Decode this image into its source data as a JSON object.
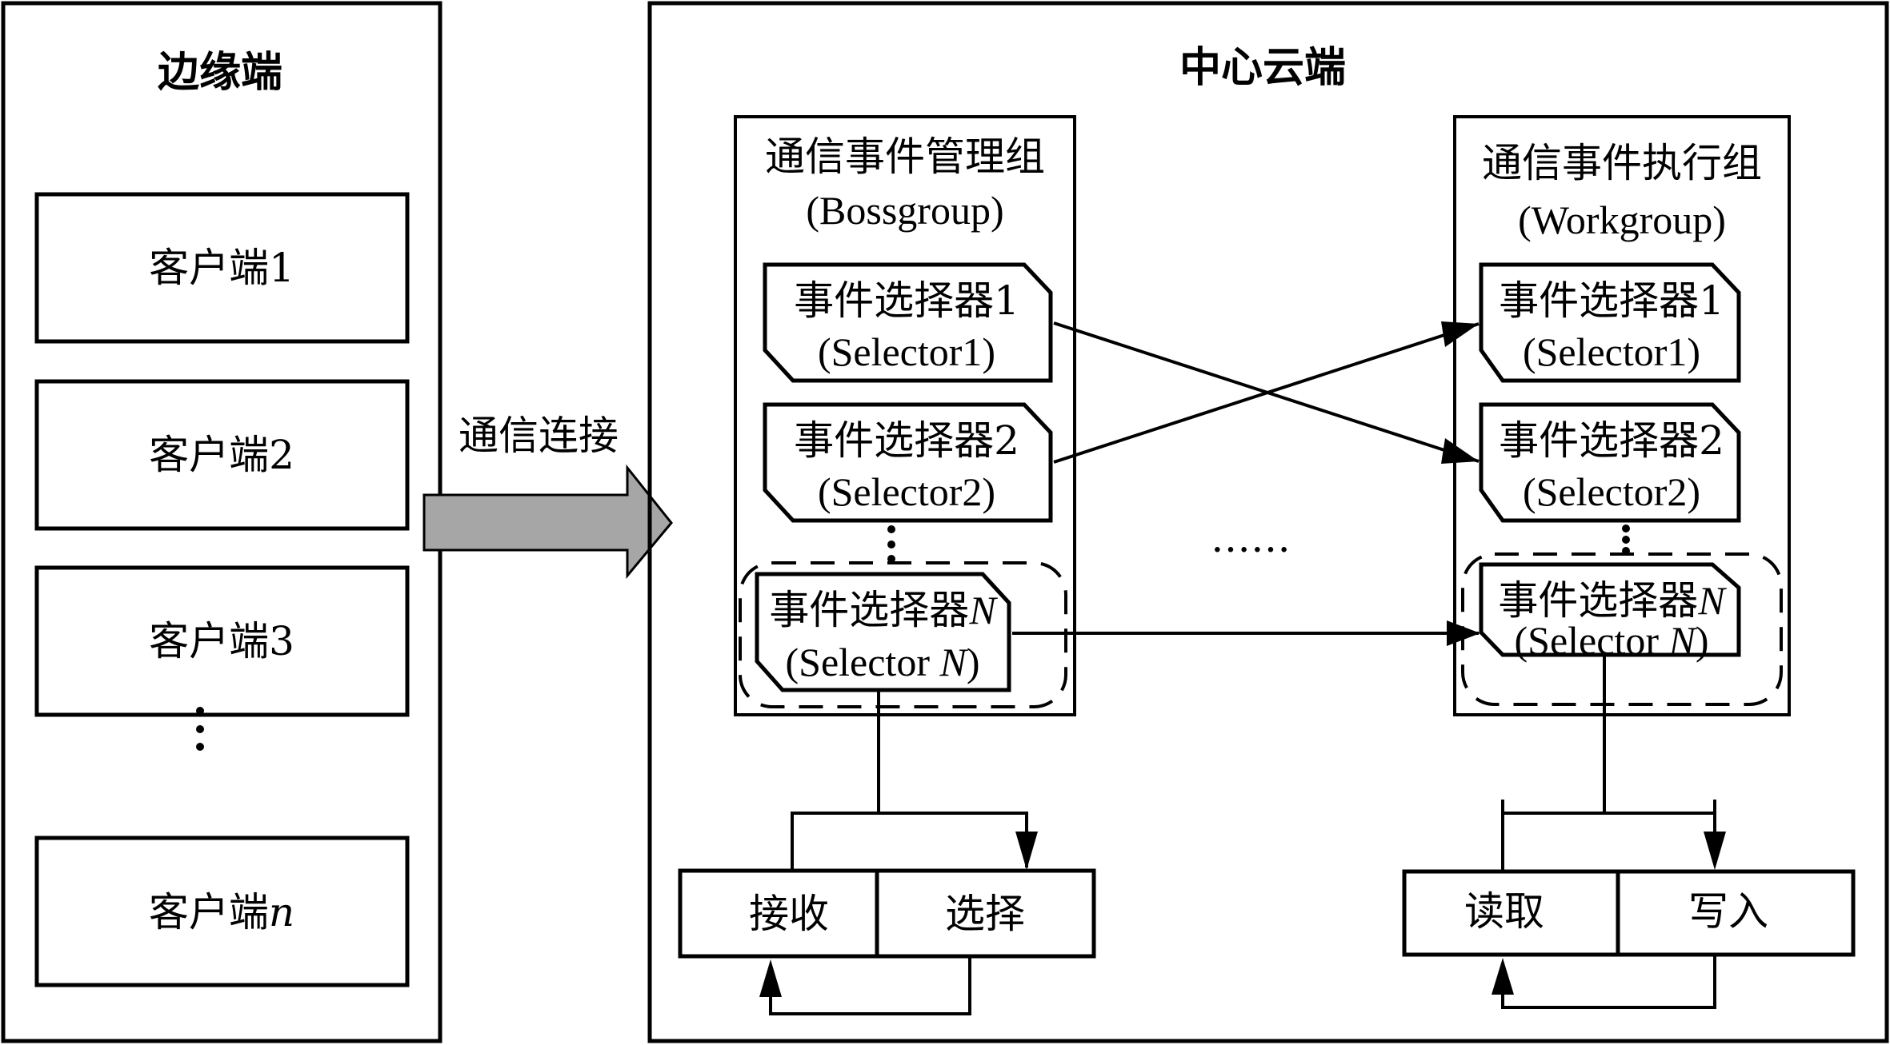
{
  "edge": {
    "title": "边缘端",
    "clients": [
      {
        "label": "客户端",
        "suffix": "1",
        "suffix_italic": false
      },
      {
        "label": "客户端",
        "suffix": "2",
        "suffix_italic": false
      },
      {
        "label": "客户端",
        "suffix": "3",
        "suffix_italic": false
      },
      {
        "label": "客户端",
        "suffix": "n",
        "suffix_italic": true
      }
    ]
  },
  "connection": {
    "label": "通信连接",
    "arrow_color": "#a6a6a6"
  },
  "cloud": {
    "title": "中心云端",
    "boss_group": {
      "title": "通信事件管理组",
      "subtitle": "(Bossgroup)",
      "selectors": [
        {
          "label": "事件选择器",
          "num": "1",
          "sub_prefix": "(Selector",
          "sub_num": "1",
          "italic": false
        },
        {
          "label": "事件选择器",
          "num": "2",
          "sub_prefix": "(Selector",
          "sub_num": "2",
          "italic": false
        },
        {
          "label": "事件选择器",
          "num": "N",
          "sub_prefix": "(Selector ",
          "sub_num": "N",
          "italic": true
        }
      ],
      "actions": {
        "left": "接收",
        "right": "选择"
      }
    },
    "work_group": {
      "title": "通信事件执行组",
      "subtitle": "(Workgroup)",
      "selectors": [
        {
          "label": "事件选择器",
          "num": "1",
          "sub_prefix": "(Selector",
          "sub_num": "1",
          "italic": false
        },
        {
          "label": "事件选择器",
          "num": "2",
          "sub_prefix": "(Selector",
          "sub_num": "2",
          "italic": false
        },
        {
          "label": "事件选择器",
          "num": "N",
          "sub_prefix": "(Selector ",
          "sub_num": "N",
          "italic": true
        }
      ],
      "actions": {
        "left": "读取",
        "right": "写入"
      }
    },
    "ellipsis": "……",
    "links": [
      {
        "from": "boss.1",
        "to": "work.2"
      },
      {
        "from": "boss.2",
        "to": "work.1"
      },
      {
        "from": "boss.N",
        "to": "work.N"
      }
    ]
  },
  "close_paren": ")"
}
